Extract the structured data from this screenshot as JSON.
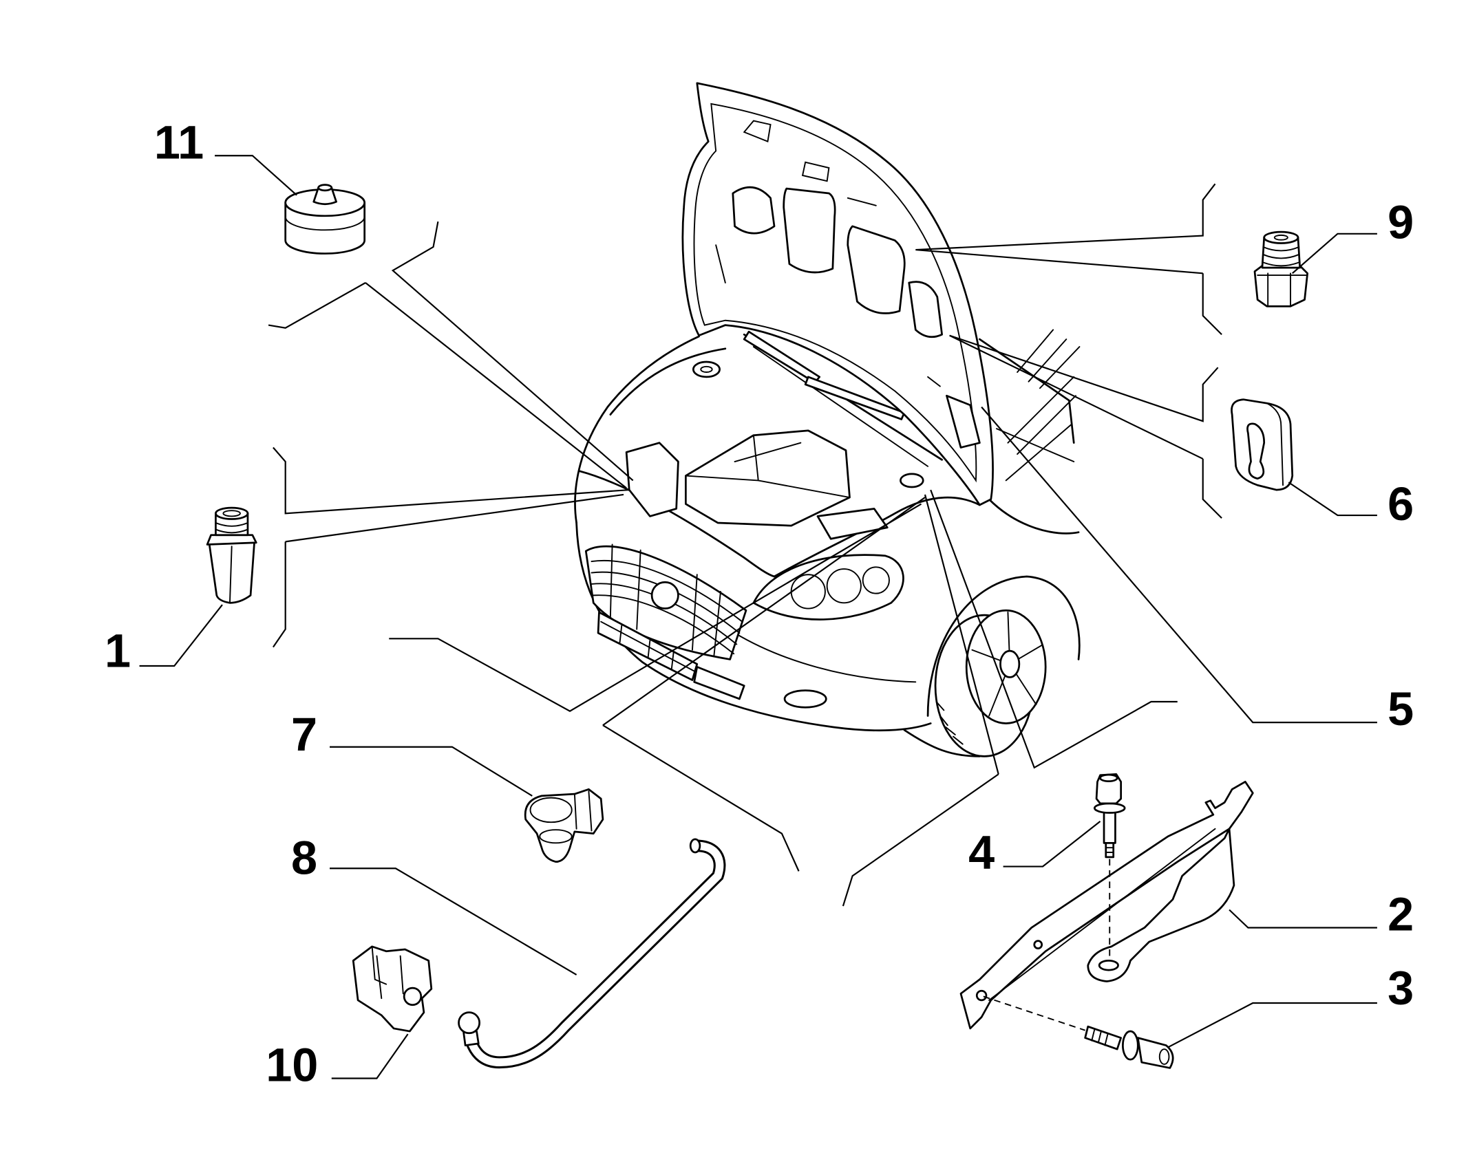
{
  "diagram": {
    "callouts": {
      "part_1": "1",
      "part_2": "2",
      "part_3": "3",
      "part_4": "4",
      "part_5": "5",
      "part_6": "6",
      "part_7": "7",
      "part_8": "8",
      "part_9": "9",
      "part_10": "10",
      "part_11": "11"
    }
  },
  "colors": {
    "line": "#000000",
    "background": "#ffffff"
  }
}
